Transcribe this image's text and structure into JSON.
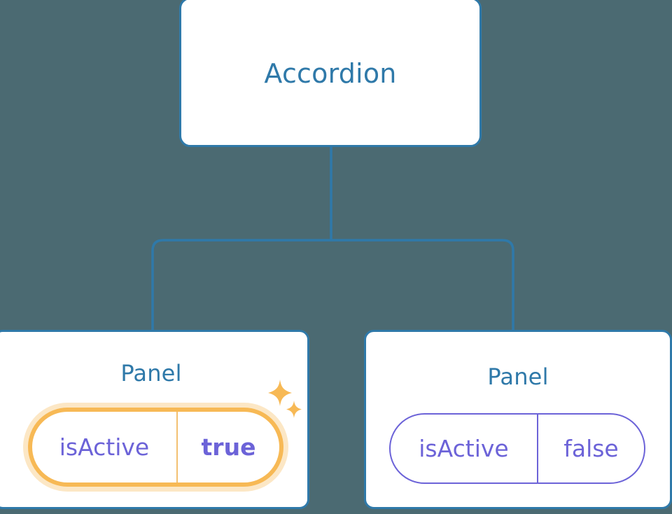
{
  "diagram": {
    "type": "component-tree",
    "background_color": "#4b6a72",
    "accent_color": "#2f79a9",
    "prop_text_color": "#6c63d8",
    "highlight_color": "#f7b955",
    "root": {
      "label": "Accordion"
    },
    "children": [
      {
        "label": "Panel",
        "highlighted": true,
        "prop": {
          "key": "isActive",
          "value": "true",
          "emphasis": "bold"
        },
        "decoration": "sparkles-icon"
      },
      {
        "label": "Panel",
        "highlighted": false,
        "prop": {
          "key": "isActive",
          "value": "false",
          "emphasis": "normal"
        }
      }
    ]
  }
}
